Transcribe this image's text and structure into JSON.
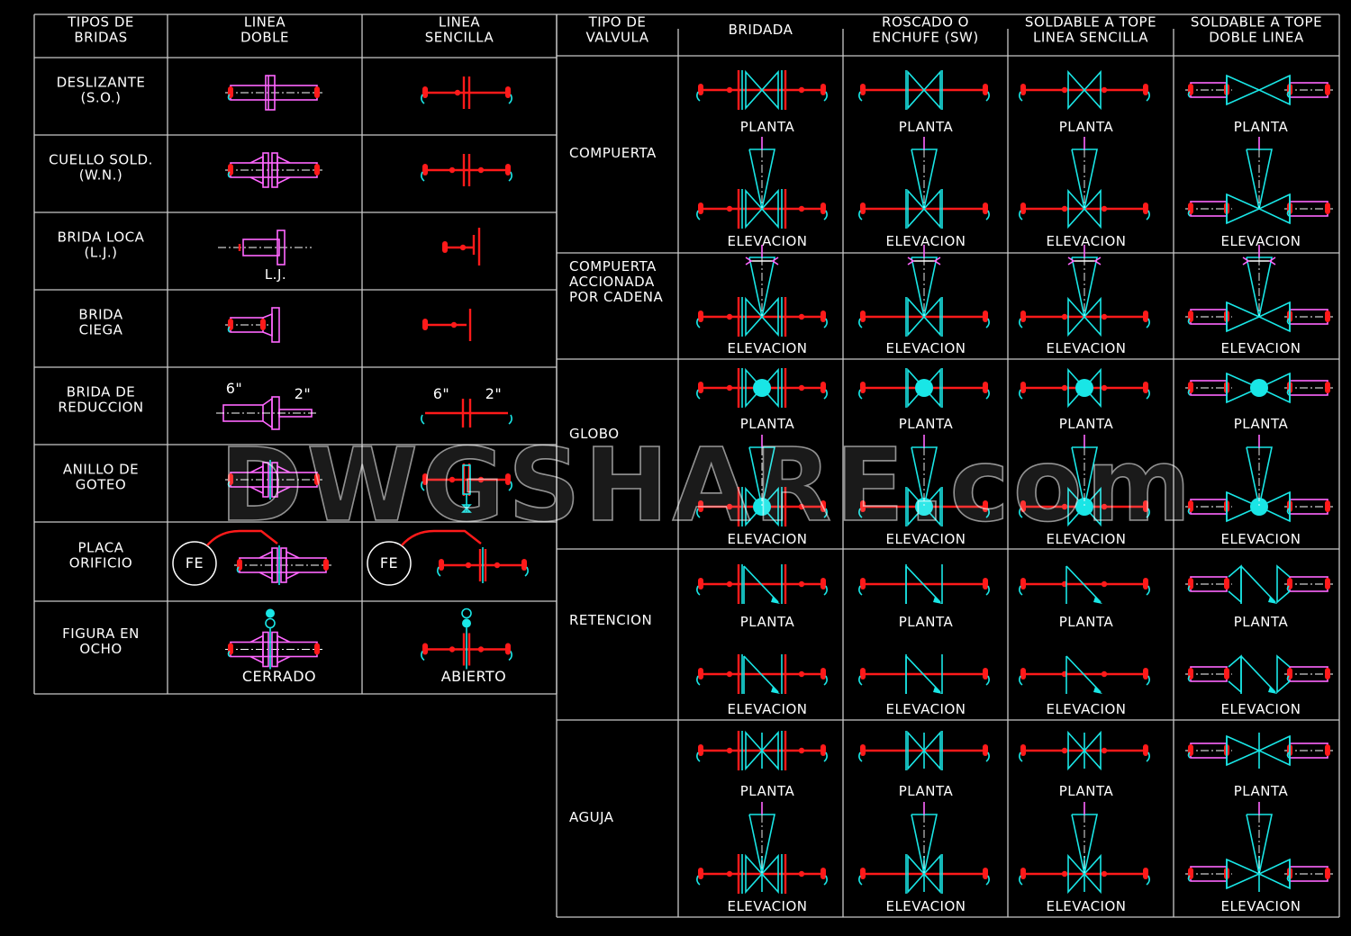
{
  "flanges": {
    "headers": [
      "TIPOS DE|BRIDAS",
      "LINEA|DOBLE",
      "LINEA|SENCILLA"
    ],
    "rows": [
      {
        "name": "DESLIZANTE|(S.O.)",
        "type": "so"
      },
      {
        "name": "CUELLO SOLD.|(W.N.)",
        "type": "wn"
      },
      {
        "name": "BRIDA LOCA|(L.J.)",
        "type": "lj",
        "note": "L.J."
      },
      {
        "name": "BRIDA|CIEGA",
        "type": "blind"
      },
      {
        "name": "BRIDA DE|REDUCCION",
        "type": "red",
        "size_big": "6\"",
        "size_small": "2\""
      },
      {
        "name": "ANILLO DE|GOTEO",
        "type": "drip"
      },
      {
        "name": "PLACA|ORIFICIO",
        "type": "orifice",
        "tag": "FE"
      },
      {
        "name": "FIGURA EN|OCHO",
        "type": "eight",
        "note_double": "CERRADO",
        "note_single": "ABIERTO"
      }
    ]
  },
  "valves": {
    "headers": [
      "TIPO DE|VALVULA",
      "BRIDADA",
      "ROSCADO O|ENCHUFE (SW)",
      "SOLDABLE A TOPE|LINEA SENCILLA",
      "SOLDABLE A TOPE|DOBLE LINEA"
    ],
    "view_plan": "PLANTA",
    "view_elev": "ELEVACION",
    "rows": [
      {
        "name": "COMPUERTA",
        "type": "gate"
      },
      {
        "name": "COMPUERTA|ACCIONADA|POR CADENA",
        "type": "chain"
      },
      {
        "name": "GLOBO",
        "type": "globe"
      },
      {
        "name": "RETENCION",
        "type": "check"
      },
      {
        "name": "AGUJA",
        "type": "needle"
      }
    ]
  },
  "watermark": "DWGSHARE.com",
  "colors": {
    "line": "#c8c8c8",
    "pipe": "#ff1a1a",
    "valve": "#19e6e6",
    "double_line": "#ff66ff",
    "background": "#000000"
  }
}
